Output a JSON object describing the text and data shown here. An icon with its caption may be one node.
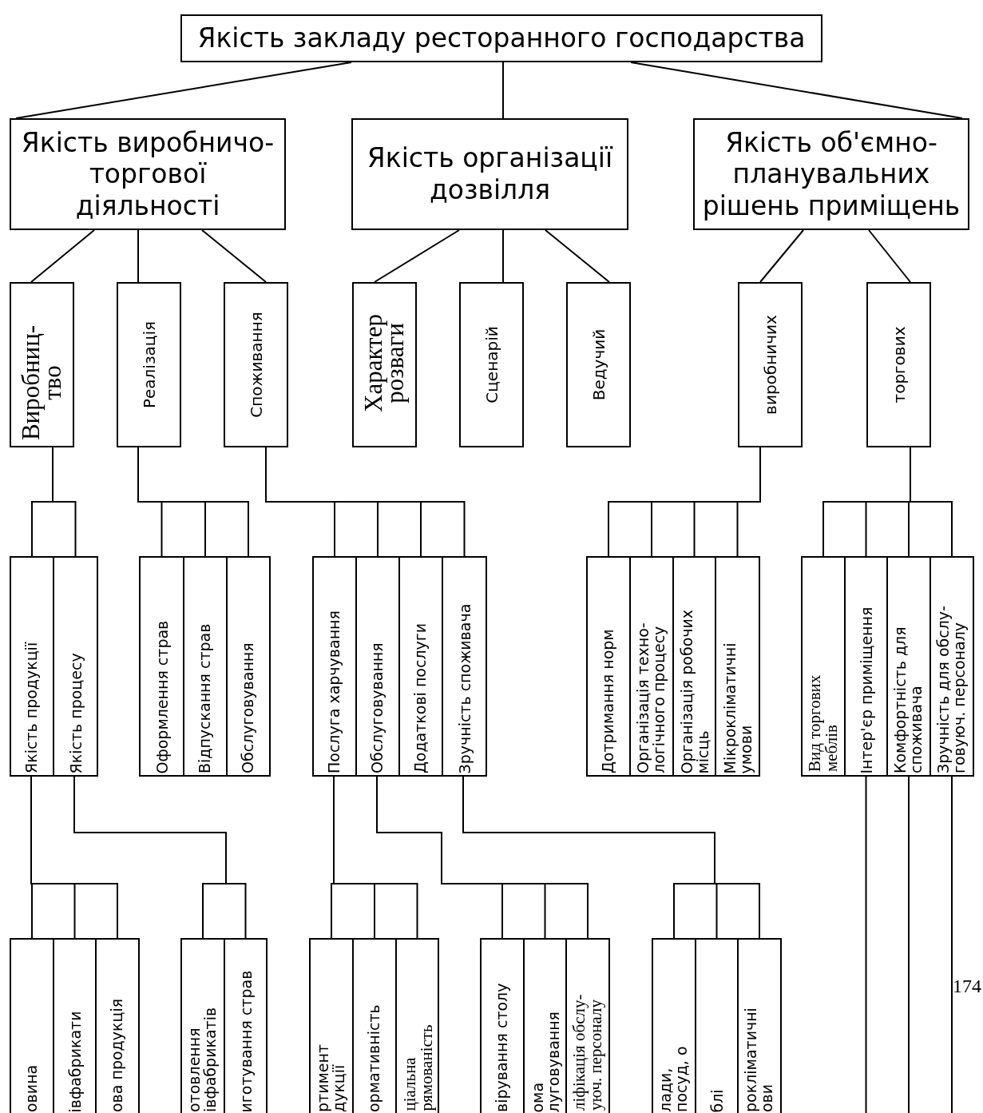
{
  "diagram": {
    "nodes": [
      {
        "text": [
          "Якість закладу ресторанного господарства"
        ]
      },
      {
        "text": [
          "Якість виробничо- торгової діяльності"
        ]
      },
      {
        "text": [
          "Якість організації дозвілля"
        ]
      },
      {
        "text": [
          "Якість об'ємно- планувальних рішень приміщень"
        ]
      },
      {
        "text": [
          "Виробниц- тво"
        ]
      },
      {
        "text": [
          "Реалізація"
        ]
      },
      {
        "text": [
          "Споживання"
        ]
      },
      {
        "text": [
          "Характер розваги"
        ]
      },
      {
        "text": [
          "Сценарій"
        ]
      },
      {
        "text": [
          "Ведучий"
        ]
      },
      {
        "text": [
          "виробничих"
        ]
      },
      {
        "text": [
          "торгових"
        ]
      },
      {
        "text": [
          "Якість продукції"
        ]
      },
      {
        "text": [
          "Якість процесу"
        ]
      },
      {
        "text": [
          "Оформлення страв"
        ]
      },
      {
        "text": [
          "Відпускання страв"
        ]
      },
      {
        "text": [
          "Обслуговування"
        ]
      },
      {
        "text": [
          "Послуга харчування"
        ]
      },
      {
        "text": [
          "Обслуговування"
        ]
      },
      {
        "text": [
          "Додаткові послуги"
        ]
      },
      {
        "text": [
          "Зручність споживача"
        ]
      },
      {
        "text": [
          "Дотримання норм"
        ]
      },
      {
        "text": [
          "Організація техно- логічного процесу"
        ]
      },
      {
        "text": [
          "Організація робочих місць"
        ]
      },
      {
        "text": [
          "Мікрокліматичні умови"
        ]
      },
      {
        "text": [
          "Вид торгових меблів"
        ]
      },
      {
        "text": [
          "Інтер'єр приміщення"
        ]
      },
      {
        "text": [
          "Комфортність для споживача"
        ]
      },
      {
        "text": [
          "Зручність для обслу- говуюч. персоналу"
        ]
      },
      {
        "text": [
          "овина"
        ]
      },
      {
        "text": [
          "івфабрикати"
        ]
      },
      {
        "text": [
          "ова продукція"
        ]
      },
      {
        "text": [
          "отовлення івфабрикатів"
        ]
      },
      {
        "text": [
          "иготування страв"
        ]
      },
      {
        "text": [
          "ртимент дукції"
        ]
      },
      {
        "text": [
          "ормативність"
        ]
      },
      {
        "text": [
          "ціальна рямованість"
        ]
      },
      {
        "text": [
          "вірування столу"
        ]
      },
      {
        "text": [
          "ома луговування"
        ]
      },
      {
        "text": [
          "ліфікація обслу- уюч. персоналу"
        ]
      },
      {
        "text": [
          "лади, посуд, о"
        ]
      },
      {
        "text": [
          "блі"
        ]
      },
      {
        "text": [
          "рокліматичні ови"
        ]
      }
    ],
    "edges": [
      {
        "from": 0,
        "to": 1,
        "arrow": "none"
      },
      {
        "from": 0,
        "to": 2,
        "arrow": "none"
      },
      {
        "from": 0,
        "to": 3,
        "arrow": "none"
      },
      {
        "from": 1,
        "to": 4,
        "arrow": "none"
      },
      {
        "from": 1,
        "to": 5,
        "arrow": "none"
      },
      {
        "from": 1,
        "to": 6,
        "arrow": "none"
      },
      {
        "from": 2,
        "to": 7,
        "arrow": "none"
      },
      {
        "from": 2,
        "to": 8,
        "arrow": "none"
      },
      {
        "from": 2,
        "to": 9,
        "arrow": "none"
      },
      {
        "from": 3,
        "to": 10,
        "arrow": "none"
      },
      {
        "from": 3,
        "to": 11,
        "arrow": "none"
      },
      {
        "from": 4,
        "to": 12,
        "arrow": "none"
      },
      {
        "from": 4,
        "to": 13,
        "arrow": "none"
      },
      {
        "from": 5,
        "to": 14,
        "arrow": "none"
      },
      {
        "from": 5,
        "to": 15,
        "arrow": "none"
      },
      {
        "from": 5,
        "to": 16,
        "arrow": "none"
      },
      {
        "from": 6,
        "to": 17,
        "arrow": "none"
      },
      {
        "from": 6,
        "to": 18,
        "arrow": "none"
      },
      {
        "from": 6,
        "to": 19,
        "arrow": "none"
      },
      {
        "from": 6,
        "to": 20,
        "arrow": "none"
      },
      {
        "from": 10,
        "to": 21,
        "arrow": "none"
      },
      {
        "from": 10,
        "to": 22,
        "arrow": "none"
      },
      {
        "from": 10,
        "to": 23,
        "arrow": "none"
      },
      {
        "from": 10,
        "to": 24,
        "arrow": "none"
      },
      {
        "from": 11,
        "to": 25,
        "arrow": "none"
      },
      {
        "from": 11,
        "to": 26,
        "arrow": "none"
      },
      {
        "from": 11,
        "to": 27,
        "arrow": "none"
      },
      {
        "from": 11,
        "to": 28,
        "arrow": "none"
      },
      {
        "from": 12,
        "to": 29,
        "arrow": "none"
      },
      {
        "from": 12,
        "to": 30,
        "arrow": "none"
      },
      {
        "from": 12,
        "to": 31,
        "arrow": "none"
      },
      {
        "from": 13,
        "to": 32,
        "arrow": "none"
      },
      {
        "from": 13,
        "to": 33,
        "arrow": "none"
      },
      {
        "from": 17,
        "to": 34,
        "arrow": "none"
      },
      {
        "from": 17,
        "to": 35,
        "arrow": "none"
      },
      {
        "from": 17,
        "to": 36,
        "arrow": "none"
      },
      {
        "from": 18,
        "to": 37,
        "arrow": "none"
      },
      {
        "from": 18,
        "to": 38,
        "arrow": "none"
      },
      {
        "from": 18,
        "to": 39,
        "arrow": "none"
      },
      {
        "from": 20,
        "to": 40,
        "arrow": "none"
      },
      {
        "from": 20,
        "to": 41,
        "arrow": "none"
      },
      {
        "from": 20,
        "to": 42,
        "arrow": "none"
      },
      {
        "from": 26,
        "to": null,
        "arrow": "none"
      },
      {
        "from": 27,
        "to": null,
        "arrow": "none"
      },
      {
        "from": 28,
        "to": null,
        "arrow": "none"
      }
    ],
    "labels": [
      "174"
    ]
  }
}
